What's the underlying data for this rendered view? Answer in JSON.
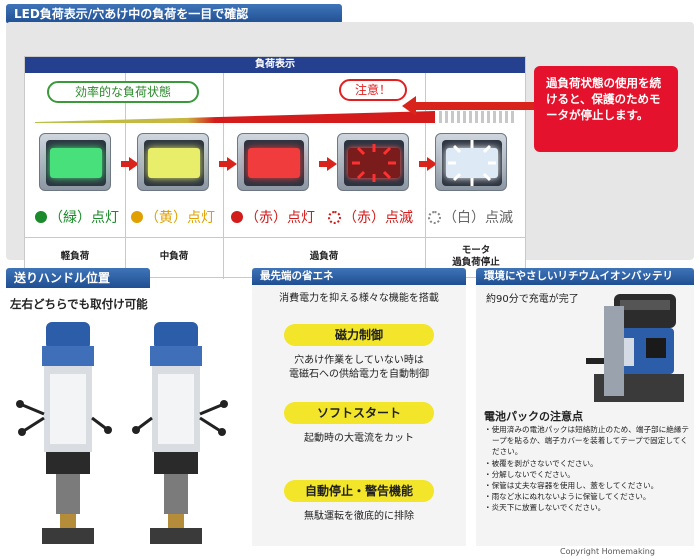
{
  "top": {
    "title": "LED負荷表示/穴あけ中の負荷を一目で確認",
    "table_header": "負荷表示",
    "efficient_label": "効率的な負荷状態",
    "caution_label": "注意！",
    "status": [
      {
        "text": "（緑）点灯",
        "color": "#1a8a2a",
        "led": "#47e07a"
      },
      {
        "text": "（黄）点灯",
        "color": "#e0a000",
        "led": "#e8ee6a"
      },
      {
        "text": "（赤）点灯",
        "color": "#d21b1b",
        "led": "#f03c3c"
      },
      {
        "text": "（赤）点滅",
        "color": "#d21b1b",
        "led": "#ff5a5a"
      },
      {
        "text": "（白）点滅",
        "color": "#888888",
        "led": "#eef6ff"
      }
    ],
    "categories": [
      "軽負荷",
      "中負荷",
      "過負荷"
    ],
    "stop_label_line1": "モータ",
    "stop_label_line2": "過負荷停止",
    "callout": "過負荷状態の使用を続けると、保護のためモータが停止します。"
  },
  "feed": {
    "title": "送りハンドル位置",
    "subtitle": "左右どちらでも取付け可能"
  },
  "energy": {
    "title": "最先端の省エネ",
    "intro": "消費電力を抑える様々な機能を搭載",
    "features": [
      {
        "name": "磁力制御",
        "desc_line1": "穴あけ作業をしていない時は",
        "desc_line2": "電磁石への供給電力を自動制御"
      },
      {
        "name": "ソフトスタート",
        "desc_line1": "起動時の大電流をカット",
        "desc_line2": ""
      },
      {
        "name": "自動停止・警告機能",
        "desc_line1": "無駄運転を徹底的に排除",
        "desc_line2": ""
      }
    ]
  },
  "battery": {
    "title": "環境にやさしいリチウムイオンバッテリ",
    "subtitle": "約90分で充電が完了",
    "notes_title": "電池パックの注意点",
    "notes": [
      "・使用済みの電池パックは短絡防止のため、端子部に絶縁テープを貼るか、端子カバーを装着してテープで固定してください。",
      "・被覆を剥がさないでください。",
      "・分解しないでください。",
      "・保管は丈夫な容器を使用し、蓋をしてください。",
      "・雨など水にぬれないように保管してください。",
      "・炎天下に放置しないでください。"
    ]
  },
  "copyright": "Copyright Homemaking"
}
